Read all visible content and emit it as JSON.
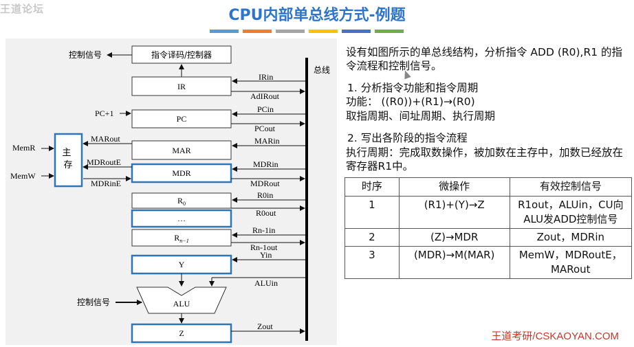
{
  "header": {
    "logo": "王道论坛",
    "title": "CPU内部单总线方式-例题",
    "bar_colors": [
      "#5b9bd5",
      "#ed7d31",
      "#a5a5a5",
      "#ffc000",
      "#4472c4",
      "#70ad47"
    ]
  },
  "diagram": {
    "bus_label": "总线",
    "control_signal_top": "控制信号",
    "control_signal_alu": "控制信号",
    "memory_label": "主存",
    "mem_r": "MemR",
    "mem_w": "MemW",
    "boxes": {
      "decoder": "指令译码/控制器",
      "ir": "IR",
      "pc": "PC",
      "mar": "MAR",
      "mdr": "MDR",
      "r0": "R0",
      "ellipsis": "…",
      "rn1": "Rn-1",
      "y": "Y",
      "alu": "ALU",
      "z": "Z"
    },
    "signals": {
      "irin": "IRin",
      "adirout": "AdIRout",
      "pc_plus1": "PC+1",
      "pcin": "PCin",
      "pcout": "PCout",
      "marout": "MARout",
      "marin": "MARin",
      "mdroute": "MDRoutE",
      "mdrin": "MDRin",
      "mdrine": "MDRinE",
      "mdrout": "MDRout",
      "r0in": "R0in",
      "r0out": "R0out",
      "rn1in": "Rn-1in",
      "rn1out": "Rn-1out",
      "yin": "Yin",
      "aluin": "ALUin",
      "zout": "Zout"
    }
  },
  "content": {
    "intro": "设有如图所示的单总线结构，分析指令 ADD (R0),R1 的指令流程和控制信号。",
    "step1_title": "1.  分析指令功能和指令周期",
    "function_line": "功能： ((R0))+(R1)→(R0)",
    "cycles_line": "取指周期、间址周期、执行周期",
    "step2_title": "2.  写出各阶段的指令流程",
    "exec_line": "执行周期：完成取数操作，被加数在主存中，加数已经放在寄存器R1中。"
  },
  "table": {
    "headers": [
      "时序",
      "微操作",
      "有效控制信号"
    ],
    "rows": [
      [
        "1",
        "(R1)+(Y)→Z",
        "R1out，ALUin，CU向ALU发ADD控制信号"
      ],
      [
        "2",
        "(Z)→MDR",
        "Zout，MDRin"
      ],
      [
        "3",
        "(MDR)→M(MAR)",
        "MemW，MDRoutE，MARout"
      ]
    ]
  },
  "footer": "王道考研/CSKAOYAN.COM"
}
